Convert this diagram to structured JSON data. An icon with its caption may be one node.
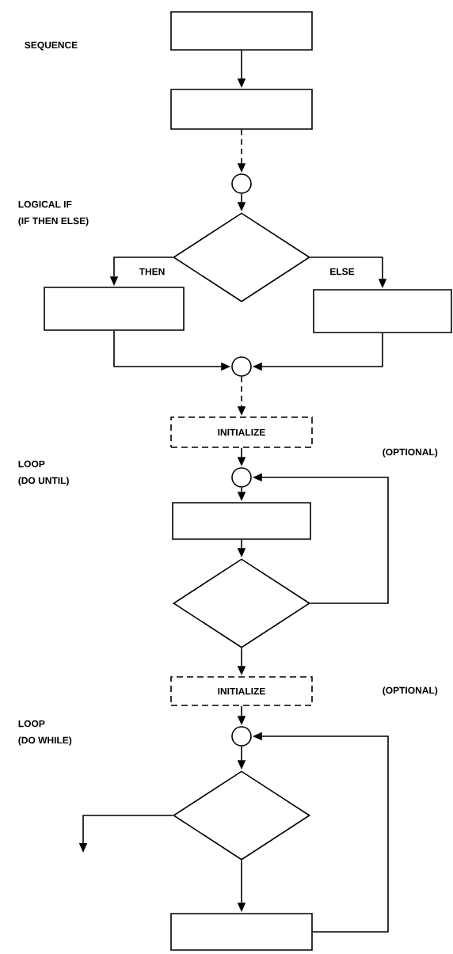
{
  "diagram": {
    "nodes": [
      {
        "text": [],
        "shape": "box"
      },
      {
        "text": [],
        "shape": "box"
      },
      {
        "text": [],
        "shape": "circle"
      },
      {
        "text": [],
        "shape": "diamond"
      },
      {
        "text": [],
        "shape": "box"
      },
      {
        "text": [],
        "shape": "box"
      },
      {
        "text": [],
        "shape": "circle"
      },
      {
        "text": [
          "INITIALIZE"
        ]
      },
      {
        "text": [],
        "shape": "circle"
      },
      {
        "text": [],
        "shape": "box"
      },
      {
        "text": [],
        "shape": "diamond"
      },
      {
        "text": [
          "INITIALIZE"
        ]
      },
      {
        "text": [],
        "shape": "circle"
      },
      {
        "text": [],
        "shape": "diamond"
      },
      {
        "text": [],
        "shape": "box"
      }
    ],
    "edges": [
      {
        "from": 0,
        "to": 1,
        "arrow": "to"
      },
      {
        "from": 1,
        "to": 2,
        "arrow": "to",
        "style": "dashed"
      },
      {
        "from": 2,
        "to": 3,
        "arrow": "to"
      },
      {
        "from": 3,
        "to": 4,
        "arrow": "to",
        "label": "THEN"
      },
      {
        "from": 3,
        "to": 5,
        "arrow": "to",
        "label": "ELSE"
      },
      {
        "from": 4,
        "to": 6,
        "arrow": "to"
      },
      {
        "from": 5,
        "to": 6,
        "arrow": "to"
      },
      {
        "from": 6,
        "to": 7,
        "arrow": "to",
        "style": "dashed"
      },
      {
        "from": 7,
        "to": 8,
        "arrow": "to"
      },
      {
        "from": 8,
        "to": 9,
        "arrow": "to"
      },
      {
        "from": 9,
        "to": 10,
        "arrow": "to"
      },
      {
        "from": 10,
        "to": 8,
        "arrow": "to"
      },
      {
        "from": 10,
        "to": 11,
        "arrow": "to"
      },
      {
        "from": 11,
        "to": 12,
        "arrow": "to"
      },
      {
        "from": 12,
        "to": 13,
        "arrow": "to"
      },
      {
        "from": 13,
        "to": null,
        "arrow": "to"
      },
      {
        "from": 13,
        "to": 14,
        "arrow": "to"
      },
      {
        "from": 14,
        "to": 12,
        "arrow": "to"
      }
    ],
    "labels": [
      "SEQUENCE",
      "LOGICAL IF",
      "(IF THEN ELSE)",
      "(OPTIONAL)",
      "LOOP",
      "(DO UNTIL)",
      "(OPTIONAL)",
      "LOOP",
      "(DO WHILE)"
    ]
  }
}
